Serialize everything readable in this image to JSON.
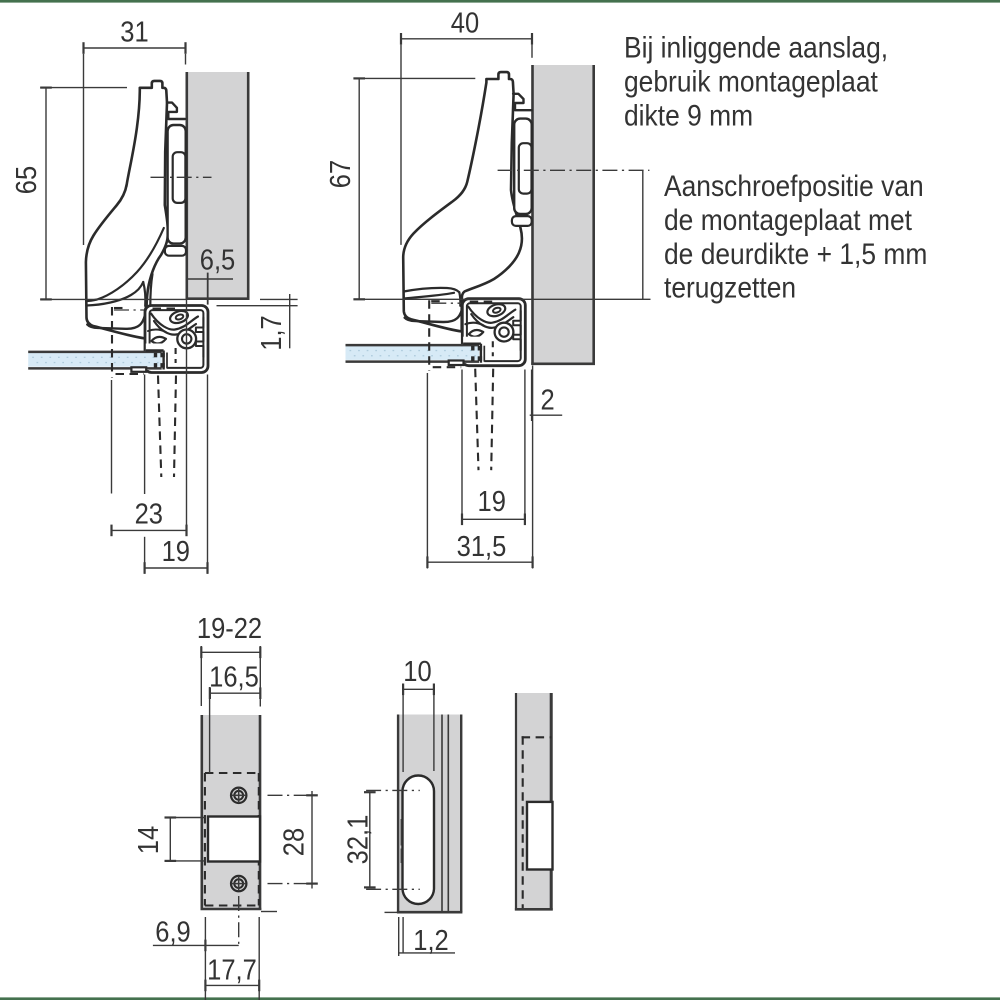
{
  "colors": {
    "background": "#ffffff",
    "accent_green": "#44714E",
    "line": "#3a3a3a",
    "outline": "#2b2b2b",
    "text": "#333333",
    "panel_gray": "#d3d3d4",
    "glass_blue": "#d7eaf6",
    "glass_dot": "#aecbdc",
    "white": "#ffffff"
  },
  "annotations": {
    "note1_lines": [
      "Bij inliggende aanslag,",
      "gebruik montageplaat",
      "dikte 9 mm"
    ],
    "note2_lines": [
      "Aanschroefpositie van",
      "de montageplaat met",
      "de deurdikte + 1,5 mm",
      "terugzetten"
    ]
  },
  "drawing1": {
    "dims": {
      "width": "31",
      "height": "65",
      "screw_offset": "6,5",
      "plate_gap": "1,7",
      "cup_distance": "23",
      "plate_width": "19"
    }
  },
  "drawing2": {
    "dims": {
      "width": "40",
      "height": "67",
      "setback": "2",
      "plate_width": "19",
      "overall": "31,5"
    }
  },
  "plate_front_view": {
    "dims": {
      "door_thickness": "19-22",
      "plate_offset": "16,5",
      "cutout_height": "14",
      "screw_spacing": "28",
      "edge_distance": "6,9",
      "screw_position": "17,7"
    }
  },
  "plate_slot_view": {
    "dims": {
      "slot_width": "10",
      "slot_spacing": "32,1",
      "edge_gap": "1,2"
    }
  }
}
